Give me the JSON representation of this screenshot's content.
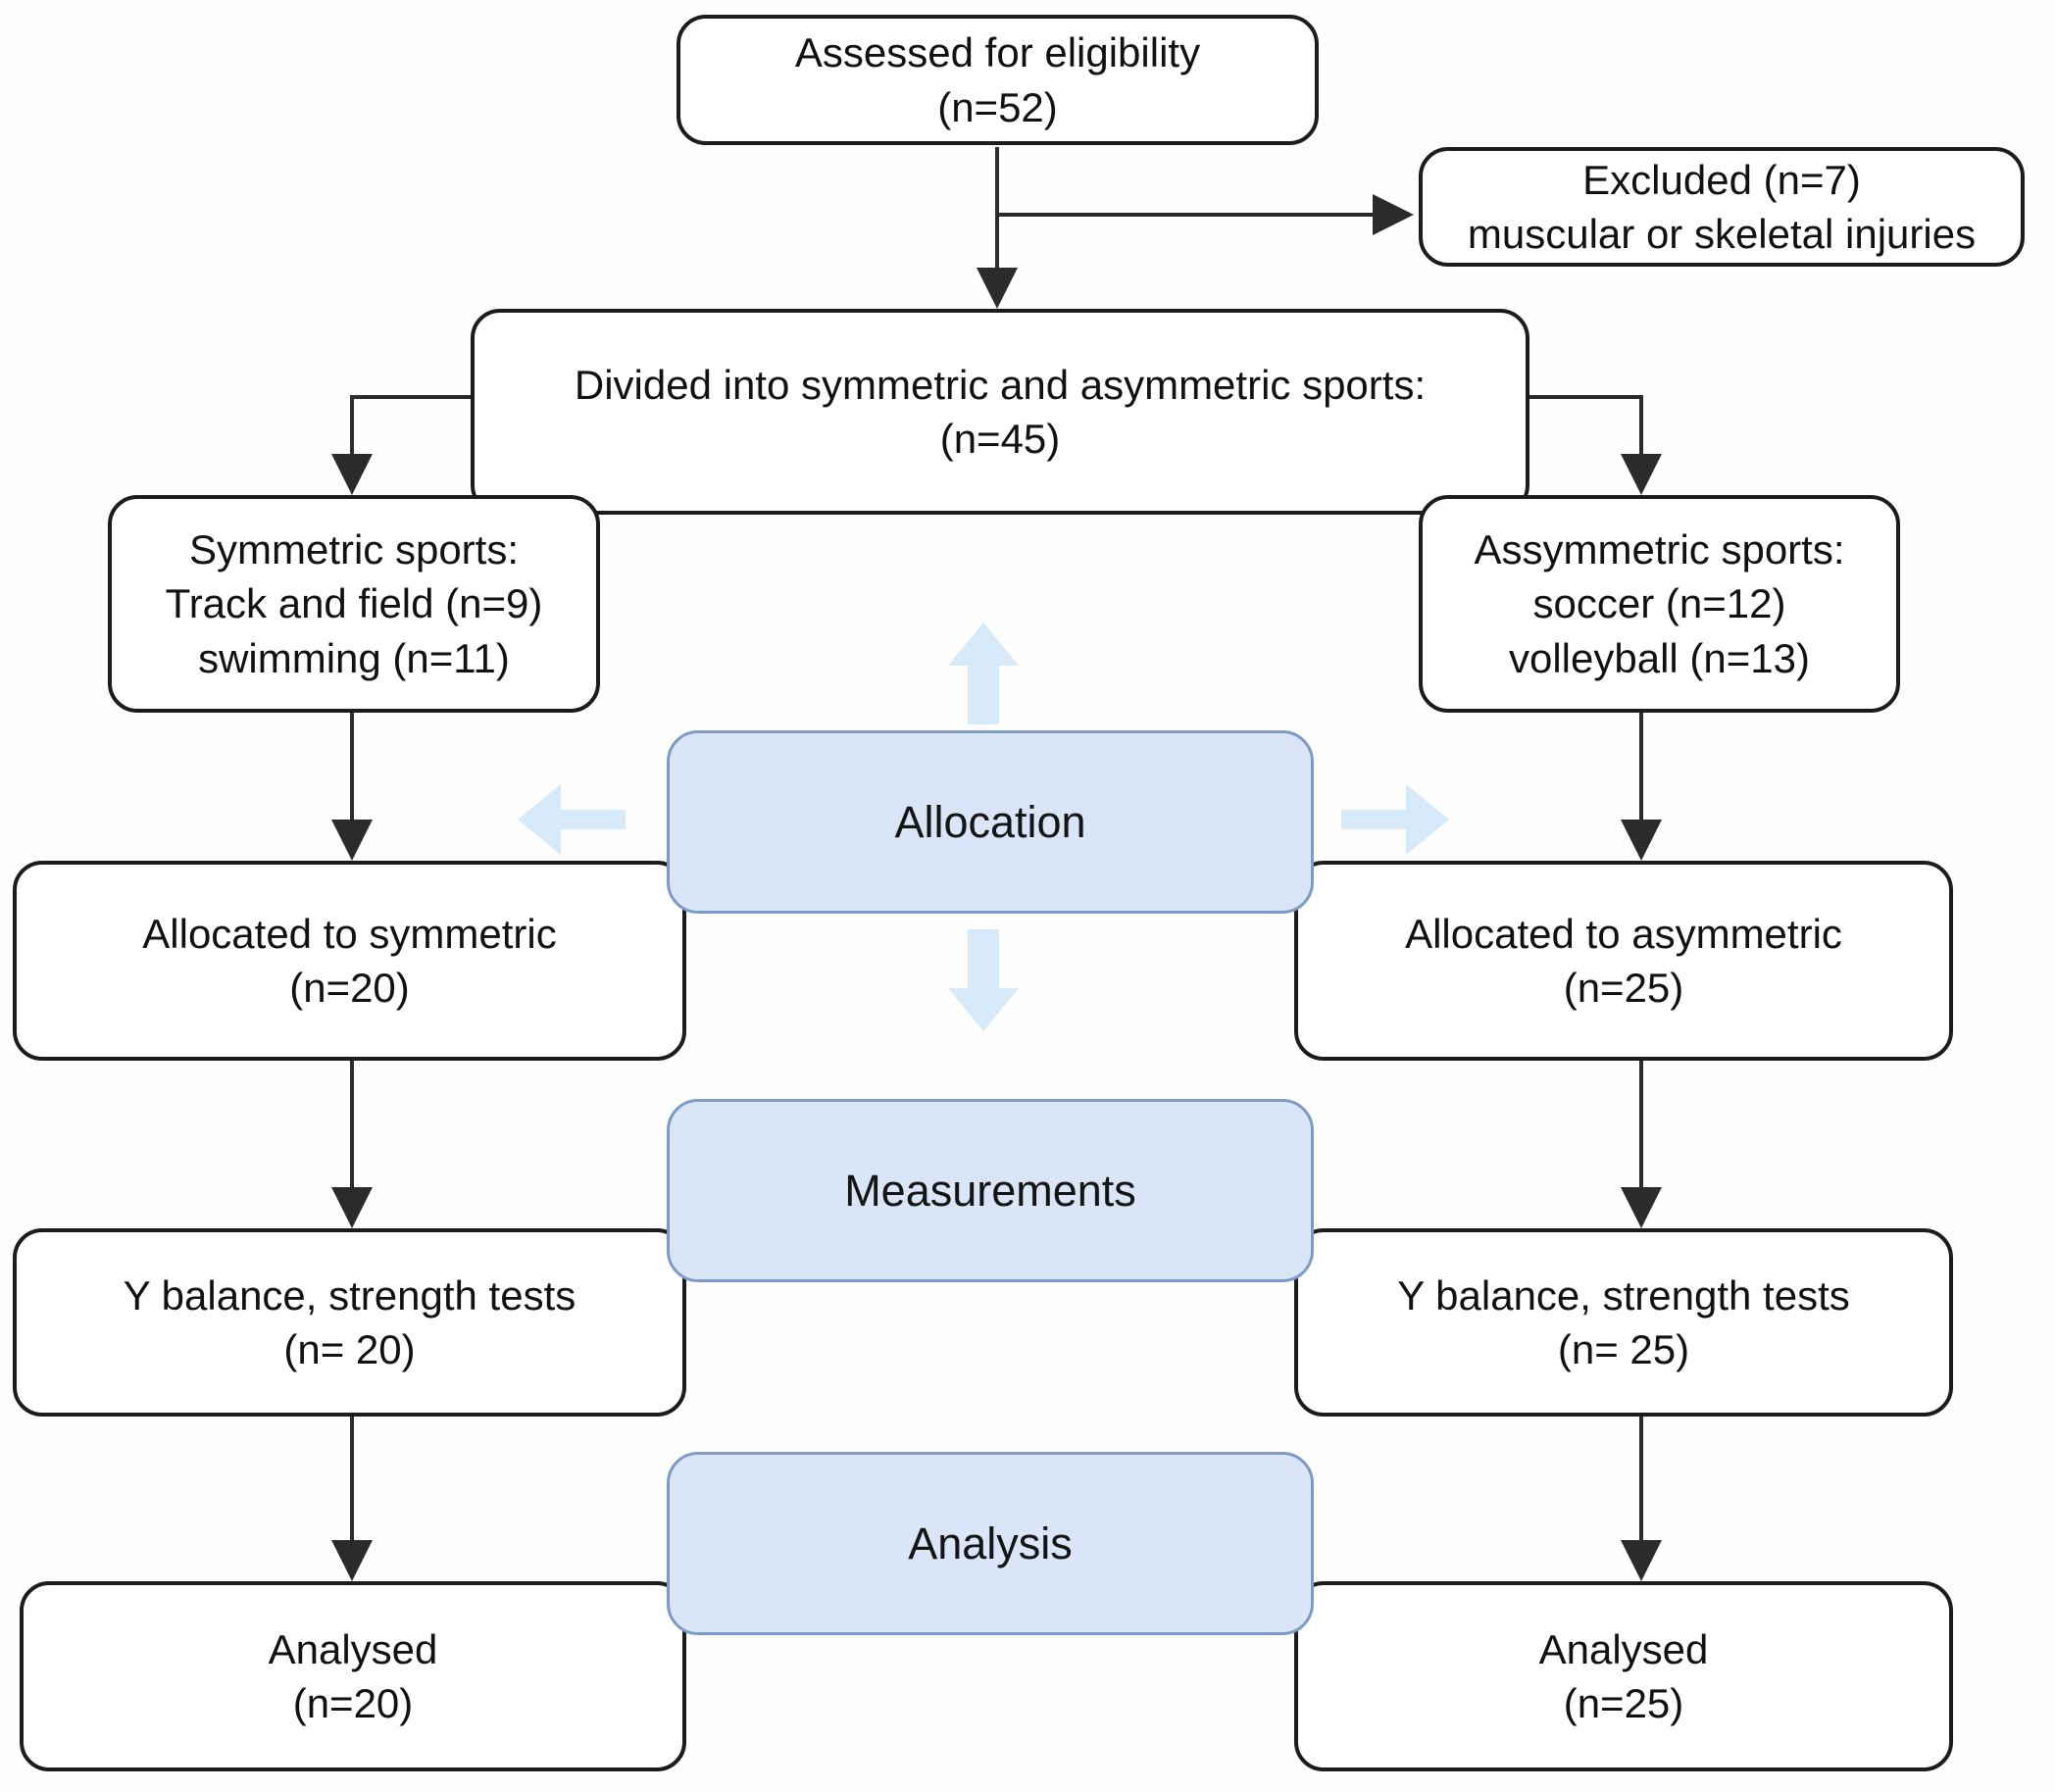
{
  "flowchart": {
    "title_hint": "Participant flow diagram",
    "boxes": {
      "assessed": {
        "text": "Assessed for eligibility\n(n=52)"
      },
      "excluded": {
        "text": "Excluded (n=7)\nmuscular or skeletal injuries"
      },
      "divided": {
        "text": "Divided into symmetric and asymmetric sports:\n(n=45)"
      },
      "symmetric": {
        "text": "Symmetric sports:\nTrack and field (n=9)\nswimming (n=11)"
      },
      "asymmetric": {
        "text": "Assymmetric sports:\nsoccer (n=12)\nvolleyball (n=13)"
      },
      "allocated_symmetric": {
        "text": "Allocated to symmetric\n(n=20)"
      },
      "allocated_asymmetric": {
        "text": "Allocated to asymmetric\n(n=25)"
      },
      "measured_symmetric": {
        "text": "Y balance, strength tests\n(n= 20)"
      },
      "measured_asymmetric": {
        "text": "Y balance, strength tests\n(n= 25)"
      },
      "analysed_symmetric": {
        "text": "Analysed\n(n=20)"
      },
      "analysed_asymmetric": {
        "text": "Analysed\n(n=25)"
      }
    },
    "stages": {
      "allocation": {
        "label": "Allocation"
      },
      "measurements": {
        "label": "Measurements"
      },
      "analysis": {
        "label": "Analysis"
      }
    },
    "edges": [
      {
        "from": "assessed",
        "to": "excluded"
      },
      {
        "from": "assessed",
        "to": "divided"
      },
      {
        "from": "divided",
        "to": "symmetric"
      },
      {
        "from": "divided",
        "to": "asymmetric"
      },
      {
        "from": "symmetric",
        "to": "allocated_symmetric"
      },
      {
        "from": "asymmetric",
        "to": "allocated_asymmetric"
      },
      {
        "from": "allocated_symmetric",
        "to": "measured_symmetric"
      },
      {
        "from": "allocated_asymmetric",
        "to": "measured_asymmetric"
      },
      {
        "from": "measured_symmetric",
        "to": "analysed_symmetric"
      },
      {
        "from": "measured_asymmetric",
        "to": "analysed_asymmetric"
      }
    ],
    "colors": {
      "stage_fill": "#dae6f7",
      "stage_border": "#7d9bc8",
      "block_arrow": "#d7eaf9",
      "node_border": "#1c1c1c",
      "line": "#2b2b2b",
      "background": "#fefefe"
    }
  }
}
